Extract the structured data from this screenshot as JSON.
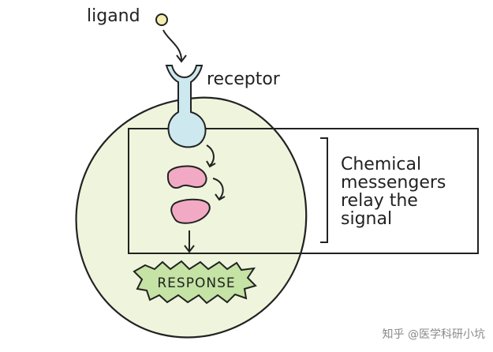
{
  "labels": {
    "ligand": "ligand",
    "receptor": "receptor",
    "messengers_note": "Chemical\nmessengers\nrelay the\nsignal",
    "response": "RESPONSE"
  },
  "watermark": "知乎 @医学科研小坑",
  "colors": {
    "cell_fill": "#eef5dc",
    "outline": "#222222",
    "ligand_fill": "#f4efb0",
    "receptor_fill": "#cde8ef",
    "messenger_fill": "#f2aac4",
    "response_fill": "#c4e3a4"
  }
}
